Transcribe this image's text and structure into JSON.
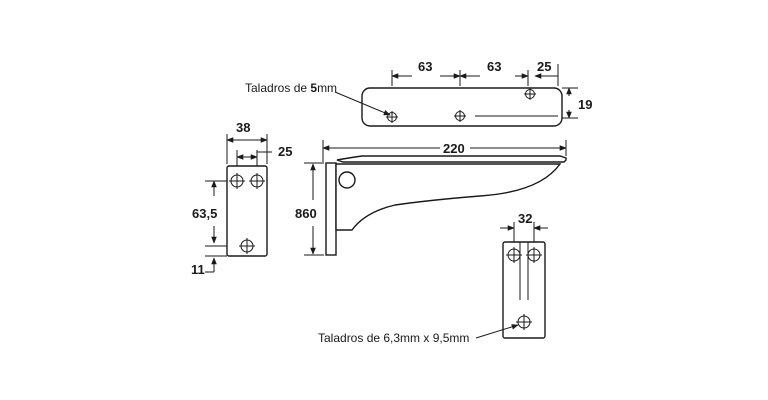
{
  "notes": {
    "holes_5mm_prefix": "Taladros de ",
    "holes_5mm_bold": "5",
    "holes_5mm_suffix": "mm",
    "holes_slotted": "Taladros de 6,3mm x 9,5mm"
  },
  "dims": {
    "top_63_a": "63",
    "top_63_b": "63",
    "top_25": "25",
    "top_19": "19",
    "side_38": "38",
    "side_25": "25",
    "side_63_5": "63,5",
    "side_11": "11",
    "main_220": "220",
    "main_860": "860",
    "back_32": "32"
  }
}
